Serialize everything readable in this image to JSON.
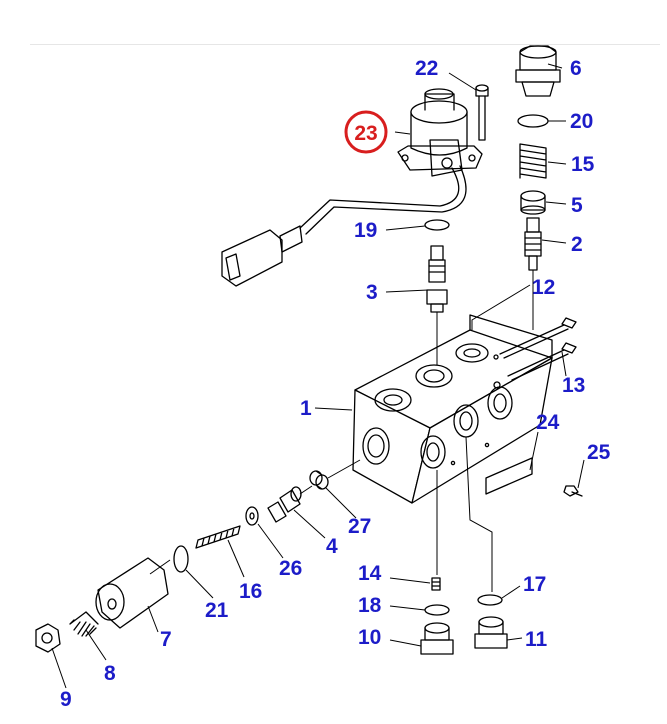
{
  "diagram": {
    "callout_color": "#1c1cc8",
    "highlight_color": "#d81e1e",
    "line_color": "#000000",
    "highlighted_part": "23",
    "callouts": {
      "c1": "1",
      "c2": "2",
      "c3": "3",
      "c4": "4",
      "c5": "5",
      "c6": "6",
      "c7": "7",
      "c8": "8",
      "c9": "9",
      "c10": "10",
      "c11": "11",
      "c12": "12",
      "c13": "13",
      "c14": "14",
      "c15": "15",
      "c16": "16",
      "c17": "17",
      "c18": "18",
      "c19": "19",
      "c20": "20",
      "c21": "21",
      "c22": "22",
      "c23": "23",
      "c24": "24",
      "c25": "25",
      "c26": "26",
      "c27": "27"
    }
  }
}
